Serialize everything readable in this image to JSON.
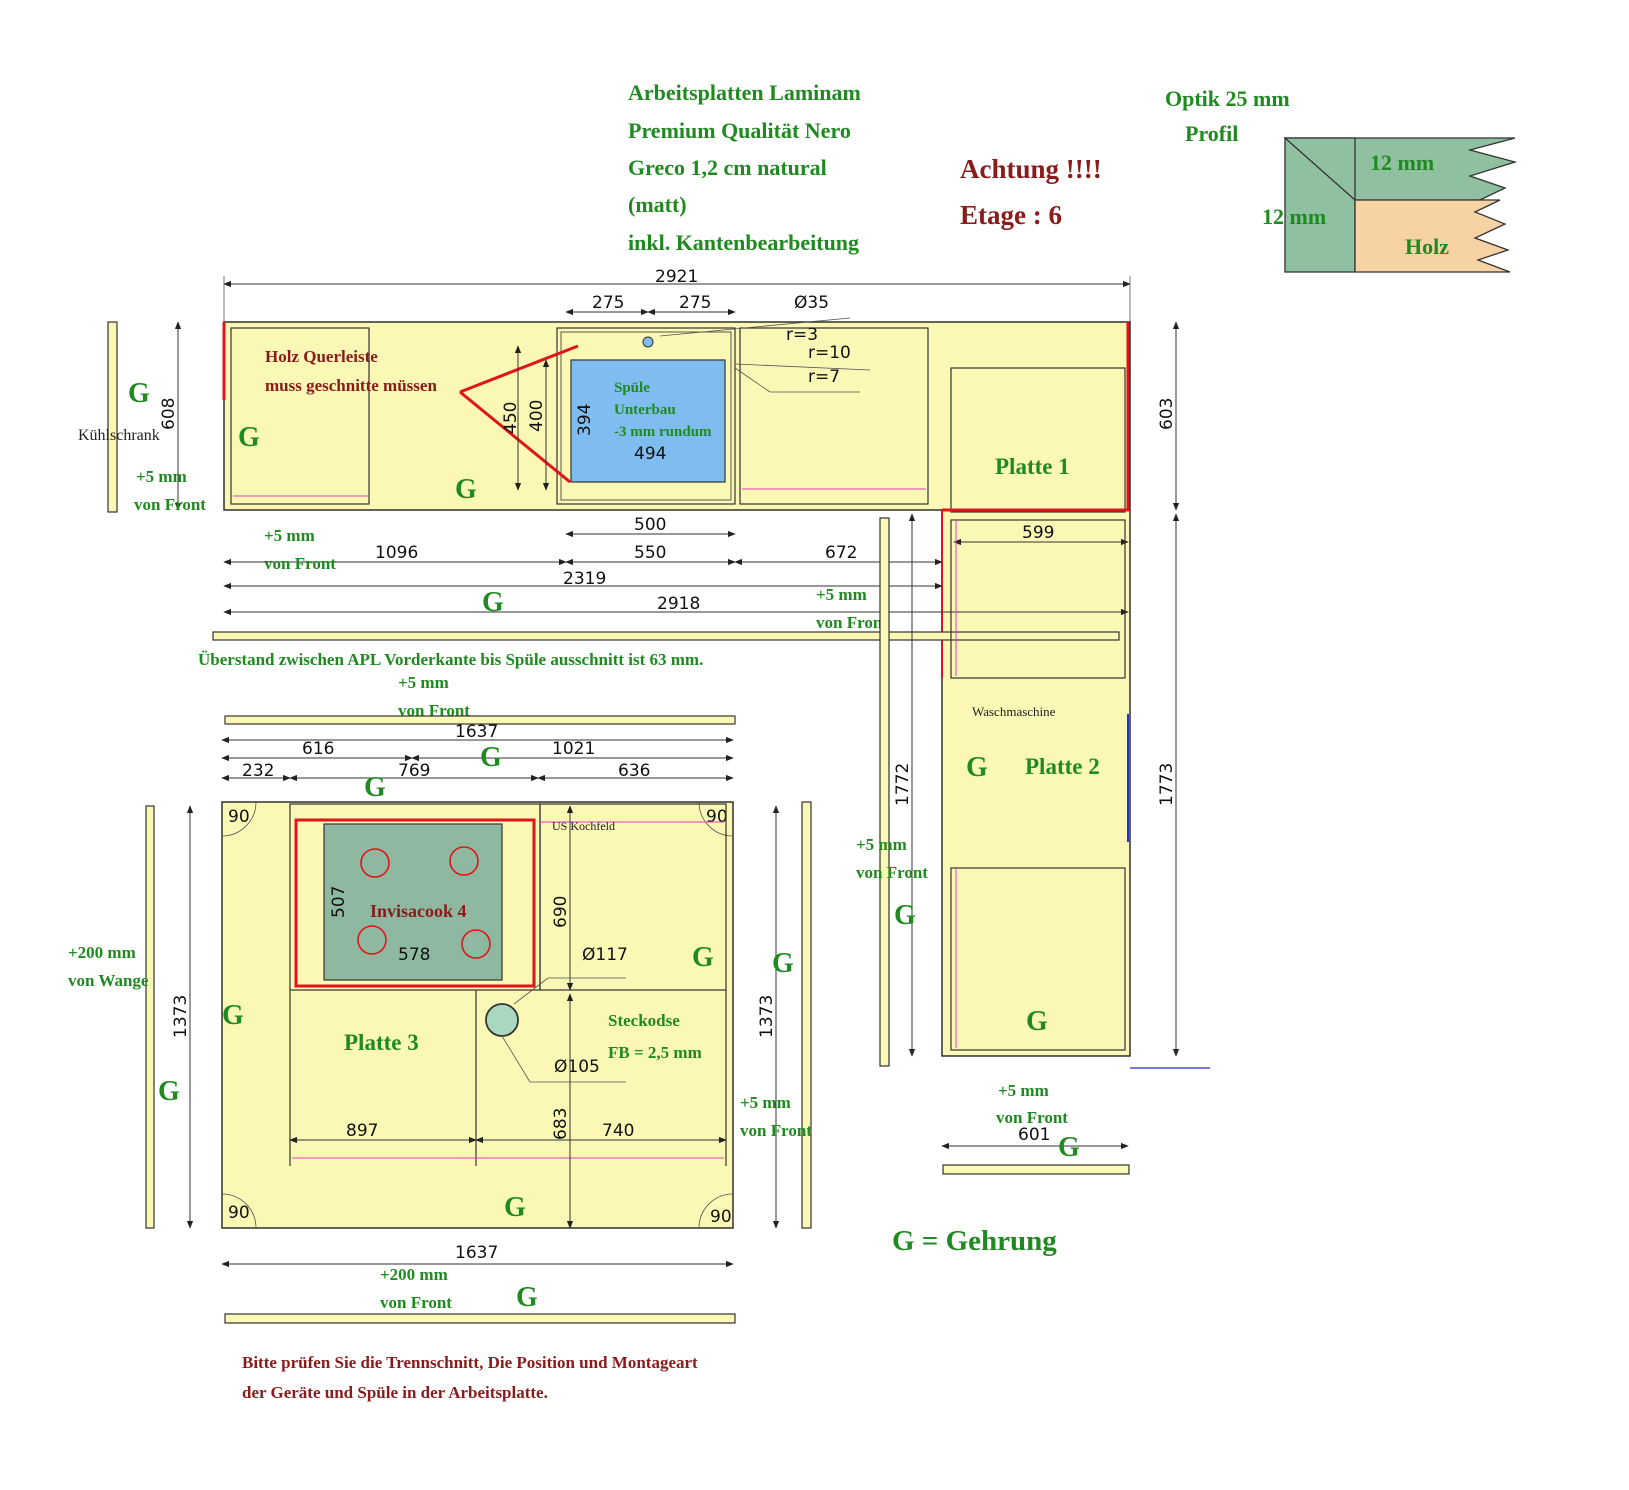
{
  "header": {
    "material": [
      "Arbeitsplatten Laminam",
      "Premium Qualität Nero",
      "Greco 1,2 cm natural",
      "(matt)",
      "inkl. Kantenbearbeitung"
    ],
    "warning": [
      "Achtung !!!!",
      "Etage : 6"
    ],
    "profile_title": [
      "Optik 25 mm",
      "Profil"
    ],
    "profile_top": "12 mm",
    "profile_side": "12 mm",
    "profile_wood": "Holz"
  },
  "legend": "G = Gehrung",
  "notes": {
    "overhang": "Überstand zwischen APL Vorderkante bis Spüle ausschnitt ist 63 mm.",
    "check": [
      "Bitte prüfen Sie die Trennschnitt, Die Position und Montageart",
      "der Geräte und Spüle in der Arbeitsplatte."
    ],
    "wood_strip": [
      "Holz Querleiste",
      "muss geschnitte müssen"
    ]
  },
  "labels": {
    "fridge": "Kühlschrank",
    "sink": [
      "Spüle",
      "Unterbau",
      "-3 mm rundum"
    ],
    "washer": "Waschmaschine",
    "hob": "Invisacook 4",
    "hob_under": "US Kochfeld",
    "socket": [
      "Steckodse",
      "FB = 2,5 mm"
    ],
    "plate1": "Platte 1",
    "plate2": "Platte 2",
    "plate3": "Platte 3",
    "plus5": "+5 mm",
    "from_front": "von Front",
    "plus200": "+200 mm",
    "from_side": "von Wange",
    "g": "G"
  },
  "dims": {
    "top_total": "2921",
    "sink_half_a": "275",
    "sink_half_b": "275",
    "drill": "Ø35",
    "r3": "r=3",
    "r10": "r=10",
    "r7": "r=7",
    "depth_left": "608",
    "depth_right": "603",
    "cut_450": "450",
    "cut_400": "400",
    "sink_h": "394",
    "sink_w": "494",
    "d500": "500",
    "d550": "550",
    "d1096": "1096",
    "d672": "672",
    "d599": "599",
    "d2319": "2319",
    "d2918": "2918",
    "p3_top": "1637",
    "d616": "616",
    "d1021": "1021",
    "d232": "232",
    "d769": "769",
    "d636": "636",
    "a90": "90",
    "hob_h": "507",
    "hob_w": "578",
    "d690": "690",
    "d117": "Ø117",
    "d105": "Ø105",
    "d1373": "1373",
    "d897": "897",
    "d683": "683",
    "d740": "740",
    "p3_bottom": "1637",
    "d1772": "1772",
    "d1773": "1773",
    "d601": "601"
  },
  "colors": {
    "worktop": "#fbf7b4",
    "sink": "#7fbdf0",
    "hob": "#8fb8a0",
    "cut_line": "#e0141a",
    "text_green": "#1f8a1f",
    "text_red": "#8b1a1a"
  }
}
